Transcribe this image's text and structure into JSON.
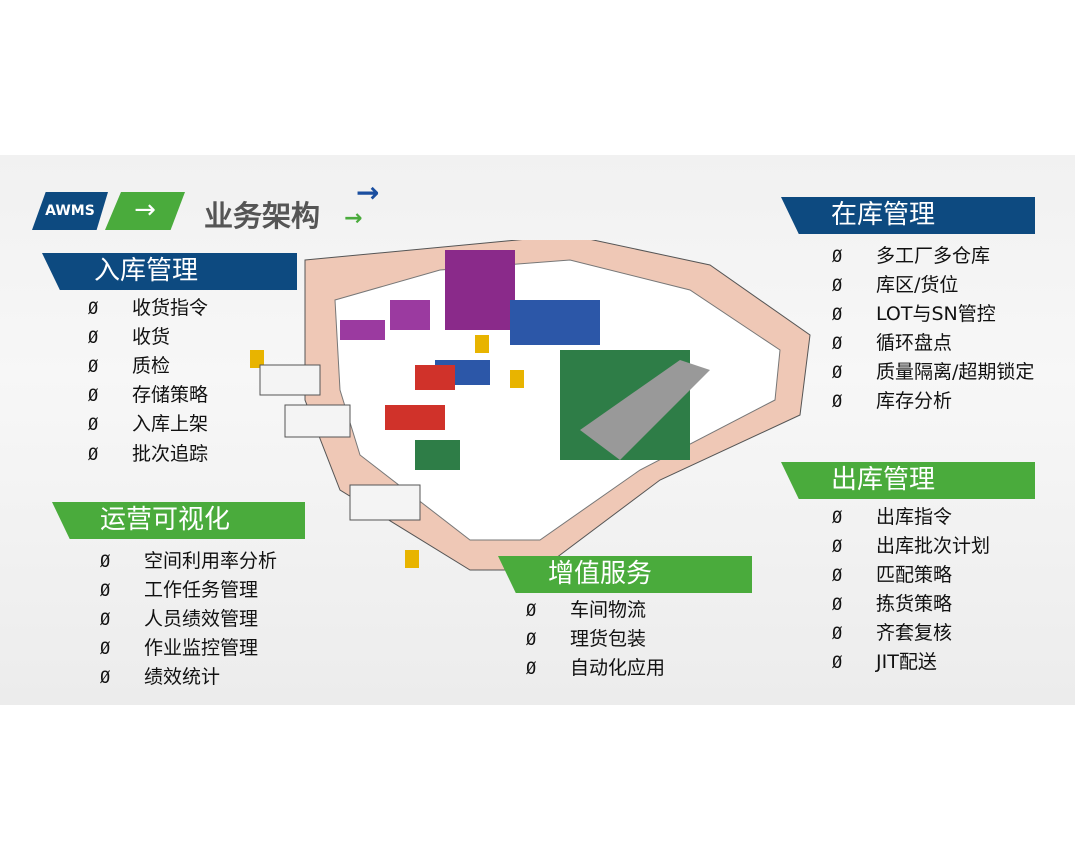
{
  "header": {
    "logo": "AWMS",
    "title": "业务架构"
  },
  "colors": {
    "blue": "#0d4a80",
    "green": "#4aab3c",
    "logo_red": "#e02020"
  },
  "sections": {
    "inbound": {
      "title": "入库管理",
      "items": [
        "收货指令",
        "收货",
        "质检",
        "存储策略",
        "入库上架",
        "批次追踪"
      ]
    },
    "inventory": {
      "title": "在库管理",
      "items": [
        "多工厂多仓库",
        "库区/货位",
        "LOT与SN管控",
        "循环盘点",
        "质量隔离/超期锁定",
        "库存分析"
      ]
    },
    "outbound": {
      "title": "出库管理",
      "items": [
        "出库指令",
        "出库批次计划",
        "匹配策略",
        "拣货策略",
        "齐套复核",
        "JIT配送"
      ]
    },
    "visual": {
      "title": "运营可视化",
      "items": [
        "空间利用率分析",
        "工作任务管理",
        "人员绩效管理",
        "作业监控管理",
        "绩效统计"
      ]
    },
    "value": {
      "title": "增值服务",
      "items": [
        "车间物流",
        "理货包装",
        "自动化应用"
      ]
    }
  },
  "bullet": "Ø"
}
